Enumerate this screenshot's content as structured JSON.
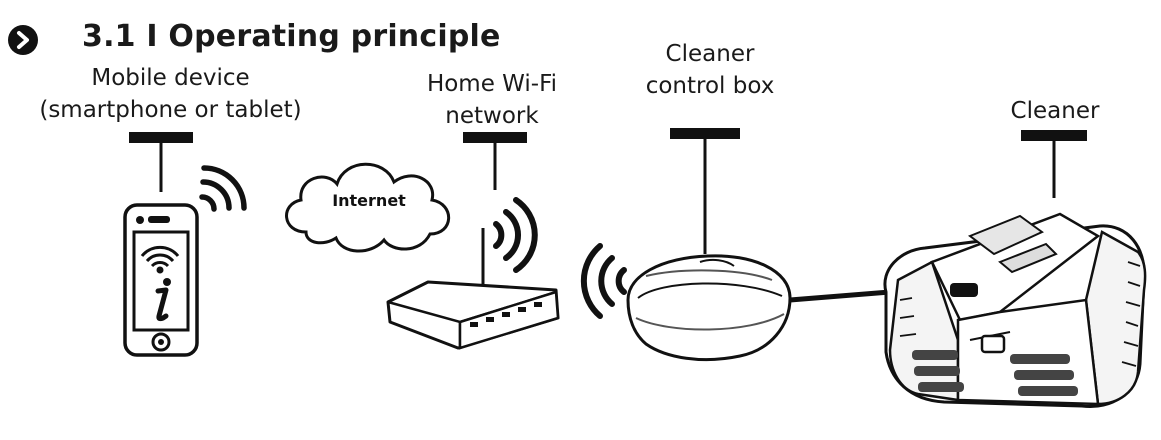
{
  "header": {
    "title": "3.1 I  Operating principle",
    "bullet_icon": "chevron-right-circle-icon"
  },
  "labels": {
    "mobile_line1": "Mobile device",
    "mobile_line2": "(smartphone or tablet)",
    "wifi_line1": "Home Wi-Fi",
    "wifi_line2": "network",
    "box_line1": "Cleaner",
    "box_line2": "control box",
    "cleaner": "Cleaner",
    "internet": "Internet"
  },
  "icons": {
    "smartphone": "smartphone-icon",
    "cloud": "cloud-icon",
    "router": "router-icon",
    "control_box": "control-box-icon",
    "robot": "pool-cleaner-robot-icon",
    "signal": "wifi-signal-icon"
  },
  "colors": {
    "ink": "#1a1a1a",
    "background": "#ffffff"
  }
}
